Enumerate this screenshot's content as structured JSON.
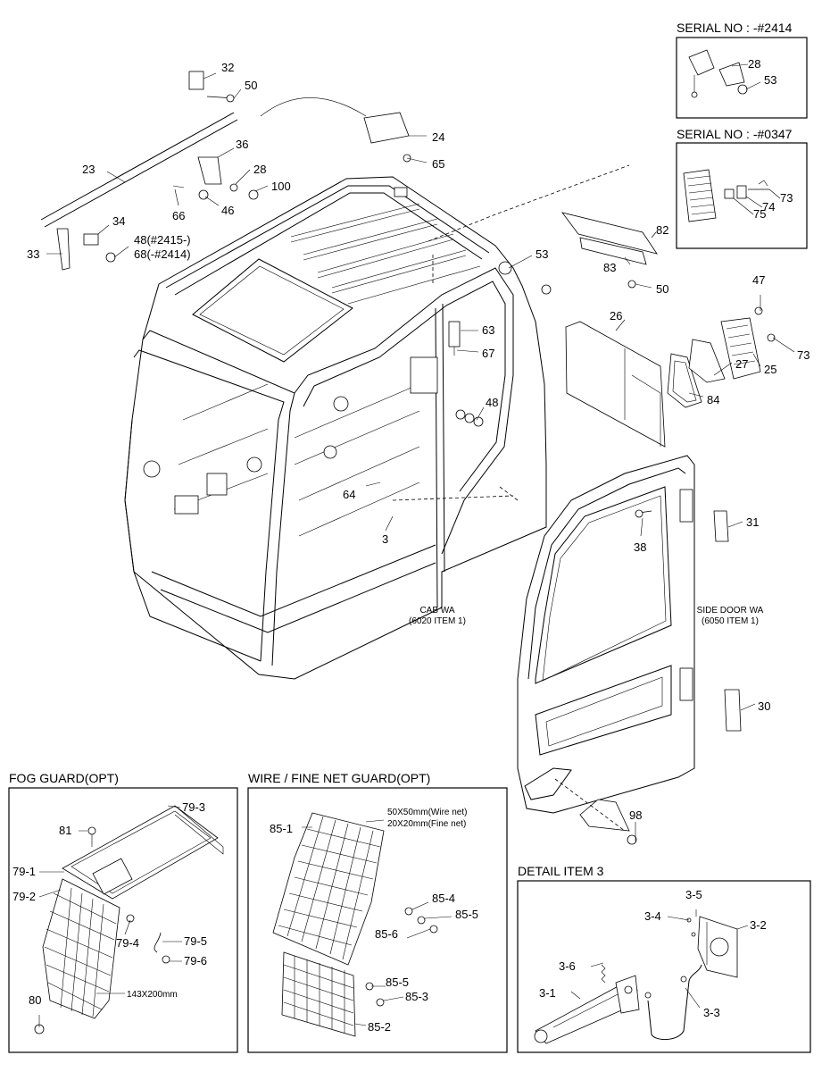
{
  "panels": {
    "serial_2414": "SERIAL NO : -#2414",
    "serial_0347": "SERIAL NO : -#0347",
    "fog_guard": "FOG GUARD(OPT)",
    "wire_guard": "WIRE / FINE NET GUARD(OPT)",
    "detail_item3": "DETAIL ITEM 3"
  },
  "assemblies": {
    "cab_line1": "CAB WA",
    "cab_line2": "(6020 ITEM 1)",
    "door_line1": "SIDE DOOR WA",
    "door_line2": "(6050 ITEM 1)"
  },
  "notes": {
    "wire_net": "50X50mm(Wire net)",
    "fine_net": "20X20mm(Fine net)",
    "fog_mesh": "143X200mm"
  },
  "callouts": {
    "c32": "32",
    "c50a": "50",
    "c24": "24",
    "c65": "65",
    "c23": "23",
    "c36": "36",
    "c28a": "28",
    "c100": "100",
    "c66": "66",
    "c46": "46",
    "c34": "34",
    "c48a": "48(#2415-)",
    "c68": "68(-#2414)",
    "c33": "33",
    "c53a": "53",
    "c50b": "50",
    "c82": "82",
    "c83": "83",
    "c28b": "28",
    "c53b": "53",
    "c73a": "73",
    "c74": "74",
    "c75": "75",
    "c47": "47",
    "c26": "26",
    "c63": "63",
    "c67": "67",
    "c73b": "73",
    "c25": "25",
    "c27": "27",
    "c84": "84",
    "c48b": "48",
    "c64": "64",
    "c3": "3",
    "c38": "38",
    "c31": "31",
    "c30": "30",
    "c98": "98",
    "c79_3": "79-3",
    "c81": "81",
    "c79_1": "79-1",
    "c79_2": "79-2",
    "c79_4": "79-4",
    "c79_5": "79-5",
    "c79_6": "79-6",
    "c80": "80",
    "c85_1": "85-1",
    "c85_4": "85-4",
    "c85_5a": "85-5",
    "c85_6": "85-6",
    "c85_5b": "85-5",
    "c85_3": "85-3",
    "c85_2": "85-2",
    "c3_5": "3-5",
    "c3_4": "3-4",
    "c3_2": "3-2",
    "c3_6": "3-6",
    "c3_1": "3-1",
    "c3_3": "3-3"
  }
}
